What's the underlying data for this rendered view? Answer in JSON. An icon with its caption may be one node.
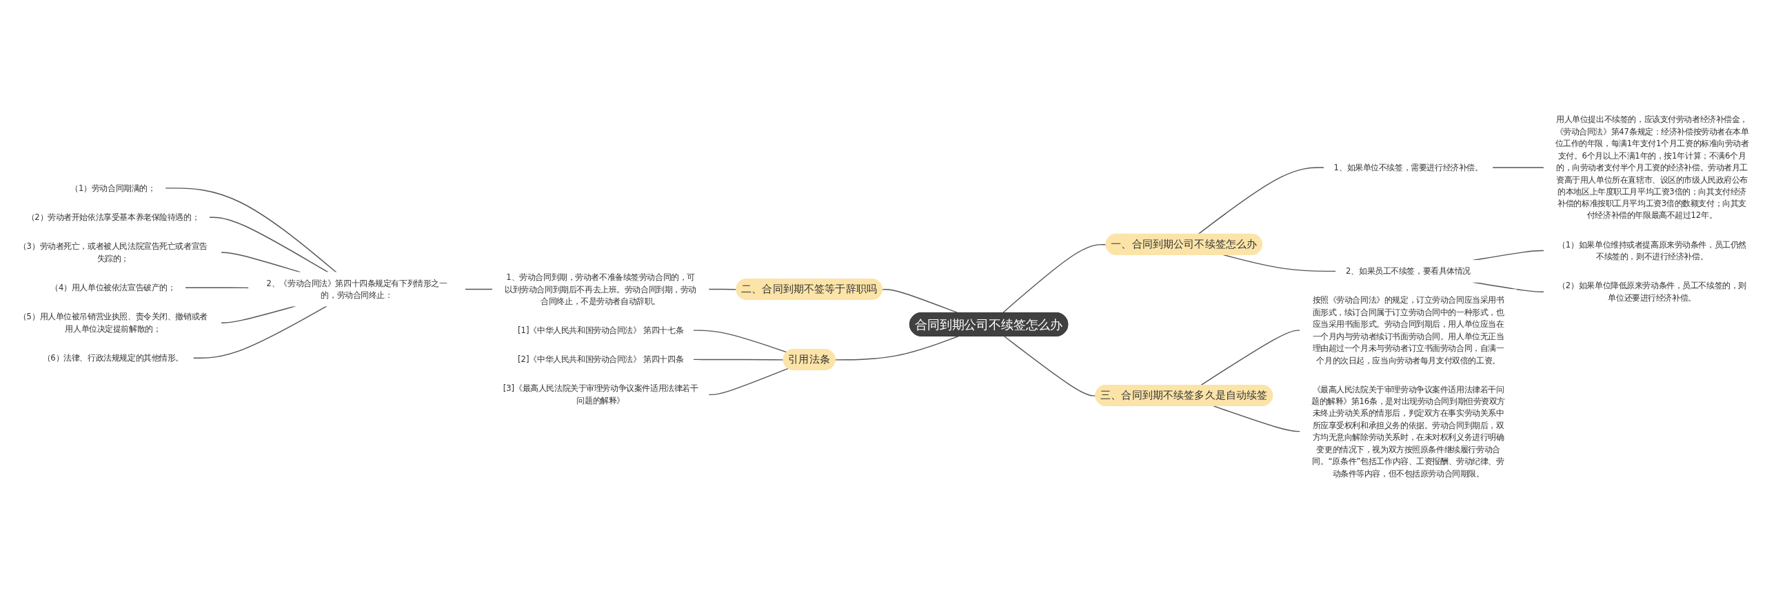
{
  "diagram": {
    "nodes": [
      {
        "text": [
          "合同到期公司不续签怎么办"
        ]
      },
      {
        "text": [
          "一、合同到期公司不续签怎么办"
        ]
      },
      {
        "text": [
          "1、如果单位不续签，需要进行经济补偿。"
        ]
      },
      {
        "text": [
          "用人单位提出不续签的，应该支付劳动者经济补偿金，《劳动合同法》第47条规定：经济补偿按劳动者在本单位工作的年限，每满1年支付1个月工资的标准向劳动者支付。6个月以上不满1年的，按1年计算；不满6个月的，向劳动者支付半个月工资的经济补偿。劳动者月工资高于用人单位所在直辖市、设区的市级人民政府公布的本地区上年度职工月平均工资3倍的；向其支付经济补偿的标准按职工月平均工资3倍的数额支付；向其支付经济补偿的年限最高不超过12年。"
        ]
      },
      {
        "text": [
          "2、如果员工不续签，要看具体情况"
        ]
      },
      {
        "text": [
          "（1）如果单位维持或者提高原来劳动条件，员工仍然不续签的，则不进行经济补偿。"
        ]
      },
      {
        "text": [
          "（2）如果单位降低原来劳动条件，员工不续签的，则单位还要进行经济补偿。"
        ]
      },
      {
        "text": [
          "三、合同到期不续签多久是自动续签"
        ]
      },
      {
        "text": [
          "按照《劳动合同法》的规定，订立劳动合同应当采用书面形式，续订合同属于订立劳动合同中的一种形式，也应当采用书面形式。劳动合同到期后，用人单位应当在一个月内与劳动者续订书面劳动合同。用人单位无正当理由超过一个月未与劳动者订立书面劳动合同，自满一个月的次日起，应当向劳动者每月支付双倍的工资。"
        ]
      },
      {
        "text": [
          "《最高人民法院关于审理劳动争议案件适用法律若干问题的解释》第16条，是对出现劳动合同到期但劳资双方未终止劳动关系的情形后，判定双方在事实劳动关系中所应享受权利和承担义务的依据。劳动合同到期后，双方均无意向解除劳动关系时，在未对权利义务进行明确变更的情况下，视为双方按照原条件继续履行劳动合同。“原条件”包括工作内容、工资报酬、劳动纪律、劳动条件等内容，但不包括原劳动合同期限。"
        ]
      },
      {
        "text": [
          "二、合同到期不签等于辞职吗"
        ]
      },
      {
        "text": [
          "1、劳动合同到期，劳动者不准备续签劳动合同的，可以到劳动合同到期后不再去上班。劳动合同到期，劳动合同终止，不是劳动者自动辞职。"
        ]
      },
      {
        "text": [
          "2、《劳动合同法》第四十四条规定有下列情形之一的，劳动合同终止："
        ]
      },
      {
        "text": [
          "（1）劳动合同期满的；"
        ]
      },
      {
        "text": [
          "（2）劳动者开始依法享受基本养老保险待遇的；"
        ]
      },
      {
        "text": [
          "（3）劳动者死亡，或者被人民法院宣告死亡或者宣告失踪的；"
        ]
      },
      {
        "text": [
          "（4）用人单位被依法宣告破产的；"
        ]
      },
      {
        "text": [
          "（5）用人单位被吊销营业执照、责令关闭、撤销或者用人单位决定提前解散的；"
        ]
      },
      {
        "text": [
          "（6）法律、行政法规规定的其他情形。"
        ]
      },
      {
        "text": [
          "引用法条"
        ]
      },
      {
        "text": [
          "[1]《中华人民共和国劳动合同法》 第四十七条"
        ]
      },
      {
        "text": [
          "[2]《中华人民共和国劳动合同法》 第四十四条"
        ]
      },
      {
        "text": [
          "[3]《最高人民法院关于审理劳动争议案件适用法律若干问题的解释》"
        ]
      }
    ],
    "edges": [
      {
        "from": 0,
        "to": 1,
        "arrow": "none"
      },
      {
        "from": 1,
        "to": 2,
        "arrow": "none"
      },
      {
        "from": 2,
        "to": 3,
        "arrow": "none"
      },
      {
        "from": 1,
        "to": 4,
        "arrow": "none"
      },
      {
        "from": 4,
        "to": 5,
        "arrow": "none"
      },
      {
        "from": 4,
        "to": 6,
        "arrow": "none"
      },
      {
        "from": 0,
        "to": 7,
        "arrow": "none"
      },
      {
        "from": 7,
        "to": 8,
        "arrow": "none"
      },
      {
        "from": 7,
        "to": 9,
        "arrow": "none"
      },
      {
        "from": 0,
        "to": 10,
        "arrow": "none"
      },
      {
        "from": 10,
        "to": 11,
        "arrow": "none"
      },
      {
        "from": 11,
        "to": 12,
        "arrow": "none"
      },
      {
        "from": 12,
        "to": 13,
        "arrow": "none"
      },
      {
        "from": 12,
        "to": 14,
        "arrow": "none"
      },
      {
        "from": 12,
        "to": 15,
        "arrow": "none"
      },
      {
        "from": 12,
        "to": 16,
        "arrow": "none"
      },
      {
        "from": 12,
        "to": 17,
        "arrow": "none"
      },
      {
        "from": 12,
        "to": 18,
        "arrow": "none"
      },
      {
        "from": 0,
        "to": 19,
        "arrow": "none"
      },
      {
        "from": 19,
        "to": 20,
        "arrow": "none"
      },
      {
        "from": 19,
        "to": 21,
        "arrow": "none"
      },
      {
        "from": 19,
        "to": 22,
        "arrow": "none"
      }
    ]
  }
}
